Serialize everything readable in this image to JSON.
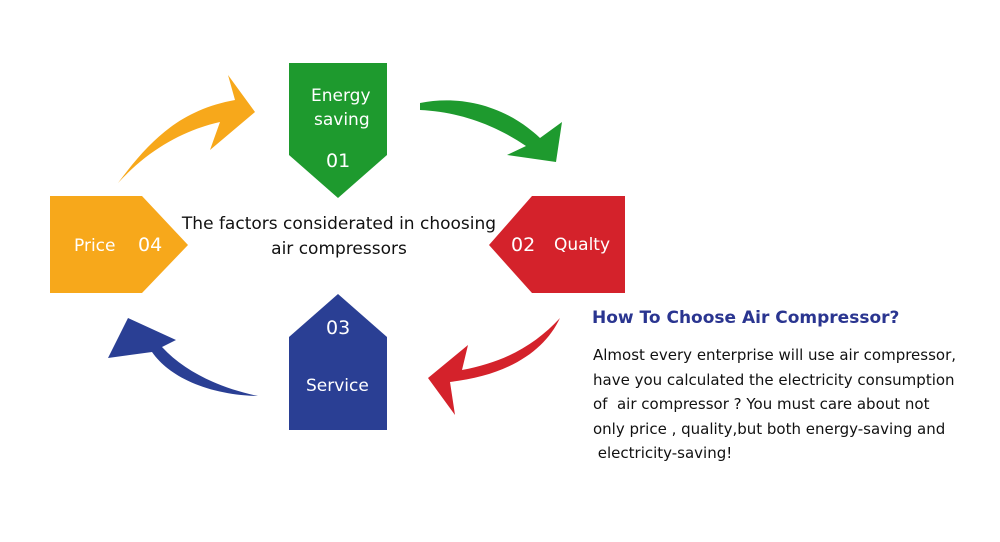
{
  "colors": {
    "energy": "#1e9a2e",
    "quality": "#d4222b",
    "service": "#2a3f94",
    "price": "#f7a81b",
    "title": "#2a3590",
    "text": "#111111"
  },
  "steps": [
    {
      "number": "01",
      "label_line1": "Energy",
      "label_line2": "saving"
    },
    {
      "number": "02",
      "label": "Qualty"
    },
    {
      "number": "03",
      "label": "Service"
    },
    {
      "number": "04",
      "label": "Price"
    }
  ],
  "center": {
    "line1": "The factors considerated in choosing",
    "line2": "air compressors"
  },
  "side": {
    "title": "How To Choose Air Compressor?",
    "lines": [
      "Almost every enterprise will use air compressor,",
      "have you calculated the electricity consumption",
      "of  air compressor ? You must care about not",
      "only price , quality,but both energy-saving and",
      " electricity-saving!"
    ]
  }
}
